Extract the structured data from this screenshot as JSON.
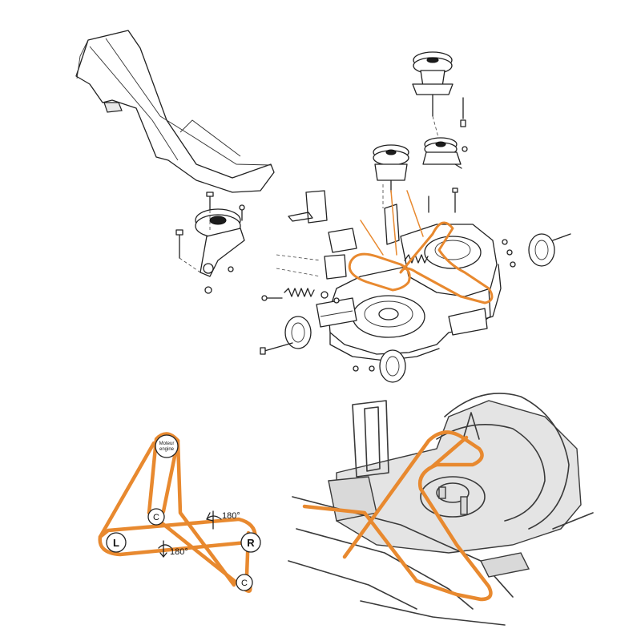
{
  "colors": {
    "belt": "#e8892f",
    "line": "#222222",
    "background": "#ffffff"
  },
  "schematic": {
    "pulleys": [
      {
        "id": "engine",
        "label": "Moteur engine",
        "lines": [
          "Moteur",
          "engine"
        ]
      },
      {
        "id": "idler-1",
        "label": "C"
      },
      {
        "id": "left",
        "label": "L"
      },
      {
        "id": "right",
        "label": "R"
      },
      {
        "id": "idler-2",
        "label": "C"
      }
    ],
    "twist_labels": [
      "180°",
      "180°"
    ]
  }
}
